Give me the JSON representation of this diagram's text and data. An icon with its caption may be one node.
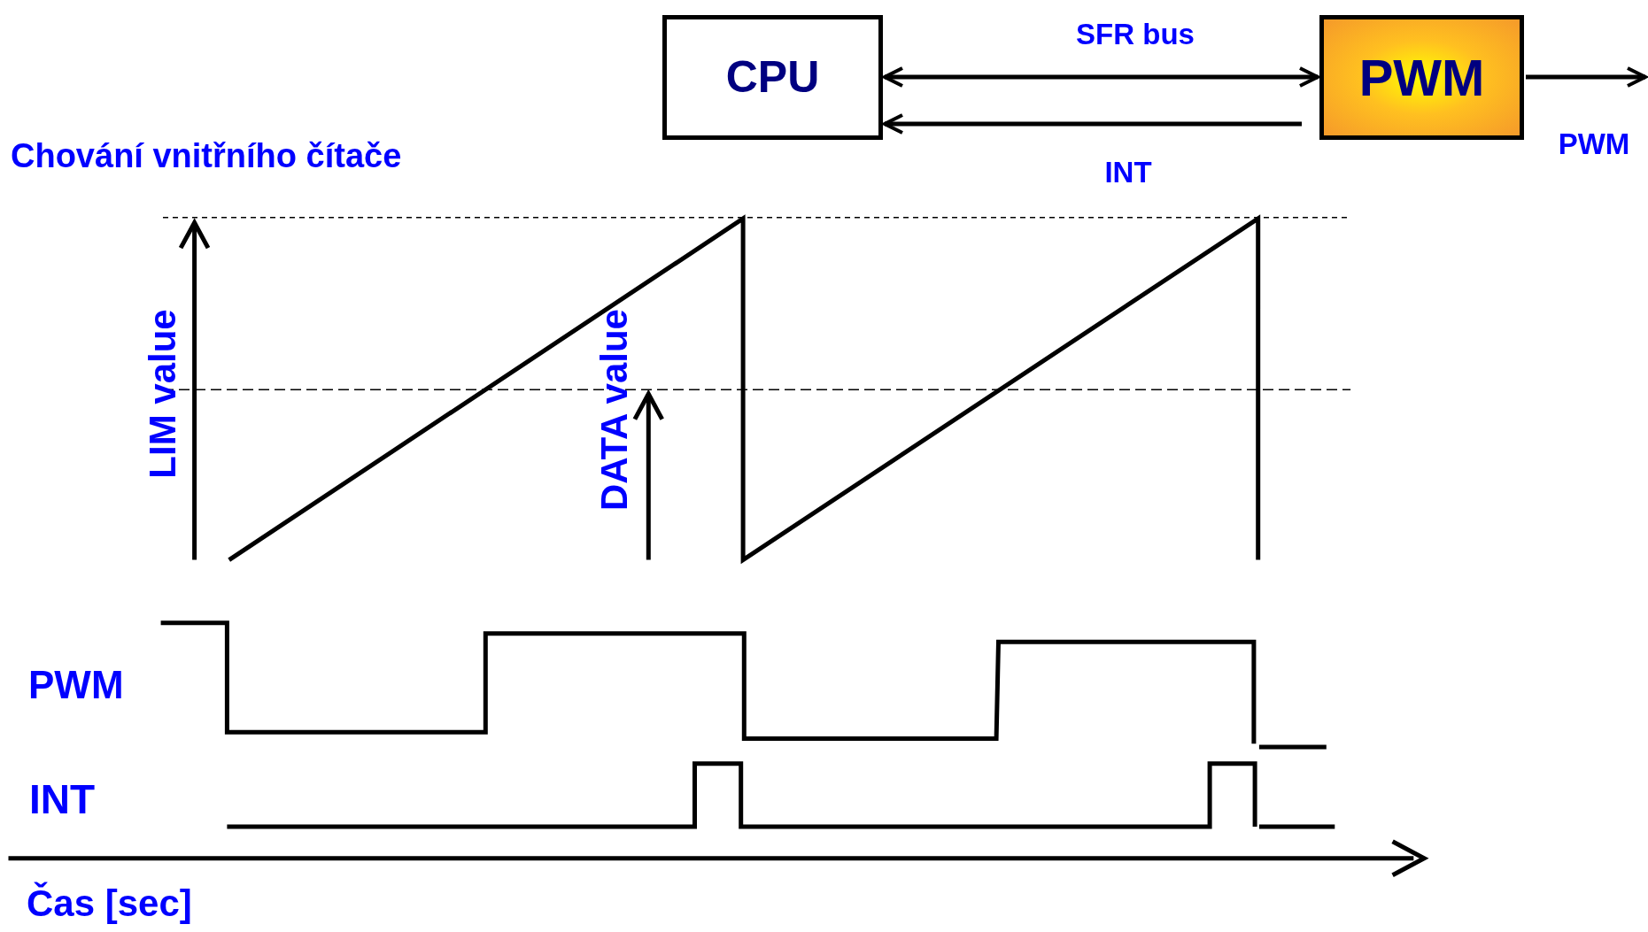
{
  "diagram": {
    "nodes": [
      {
        "text": [
          "CPU"
        ]
      },
      {
        "text": [
          "PWM"
        ]
      }
    ],
    "edges": [
      {
        "from": 0,
        "to": 1,
        "arrow": "both",
        "label": "SFR bus"
      },
      {
        "from": 1,
        "to": 0,
        "arrow": "to",
        "label": "INT"
      },
      {
        "from": 1,
        "to": null,
        "arrow": "to",
        "label": "PWM"
      }
    ],
    "labels": [
      "Chování vnitřního čítače",
      "LIM value",
      "DATA value",
      "PWM",
      "INT",
      "Čas [sec]"
    ]
  }
}
